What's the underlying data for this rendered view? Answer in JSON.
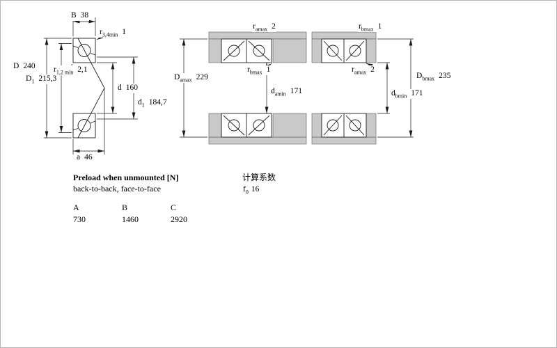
{
  "colors": {
    "shading": "#c9c9c9",
    "line": "#1a1a1a",
    "background": "#ffffff"
  },
  "left_figure": {
    "B": {
      "main": "B",
      "sub": "",
      "value": "38"
    },
    "r34": {
      "main": "r",
      "sub": "3,4min",
      "value": "1"
    },
    "D": {
      "main": "D",
      "sub": "",
      "value": "240"
    },
    "r12": {
      "main": "r",
      "sub": "1,2 min",
      "value": "2,1"
    },
    "D1": {
      "main": "D",
      "sub": "1",
      "value": "215,3"
    },
    "d": {
      "main": "d",
      "sub": "",
      "value": "160"
    },
    "d1": {
      "main": "d",
      "sub": "1",
      "value": "184,7"
    },
    "a": {
      "main": "a",
      "sub": "",
      "value": "46"
    }
  },
  "middle_figure": {
    "ramax": {
      "main": "r",
      "sub": "amax",
      "value": "2"
    },
    "rbmax": {
      "main": "r",
      "sub": "bmax",
      "value": "1"
    },
    "Damax": {
      "main": "D",
      "sub": "amax",
      "value": "229"
    },
    "damin": {
      "main": "d",
      "sub": "amin",
      "value": "171"
    }
  },
  "right_figure": {
    "rbmax": {
      "main": "r",
      "sub": "bmax",
      "value": "1"
    },
    "ramax": {
      "main": "r",
      "sub": "amax",
      "value": "2"
    },
    "Dbmax": {
      "main": "D",
      "sub": "bmax",
      "value": "235"
    },
    "dbmin": {
      "main": "d",
      "sub": "bmin",
      "value": "171"
    }
  },
  "preload": {
    "title": "Preload when unmounted [N]",
    "subtitle": "back-to-back, face-to-face",
    "columns": [
      "A",
      "B",
      "C"
    ],
    "values": [
      "730",
      "1460",
      "2920"
    ]
  },
  "calc_factors": {
    "title": "计算系数",
    "f0": {
      "main": "f",
      "sub": "0",
      "value": "16"
    }
  }
}
